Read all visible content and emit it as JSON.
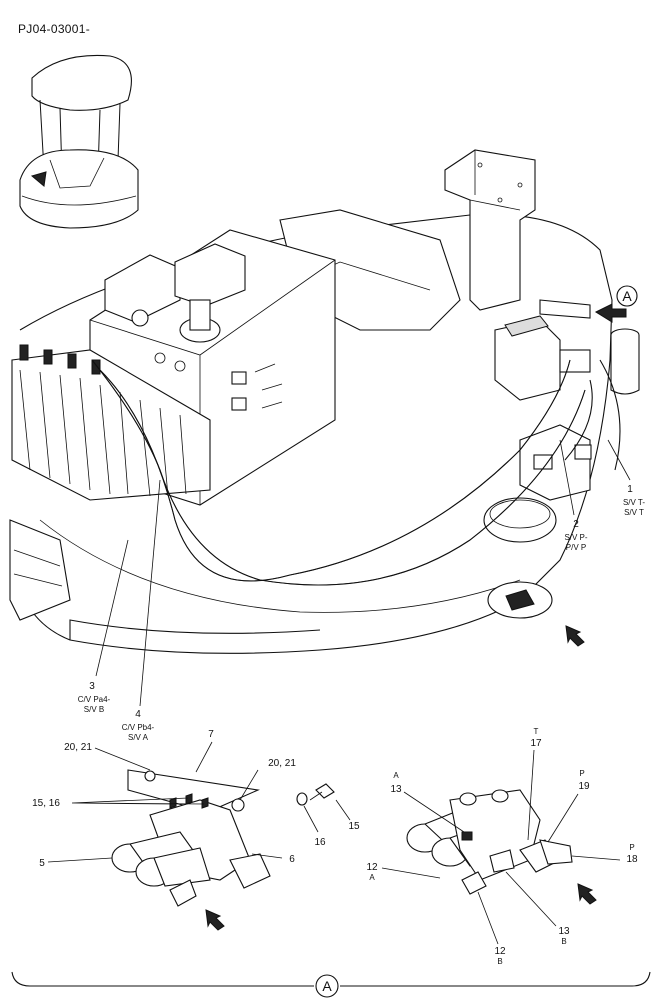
{
  "header": {
    "doc_code": "PJ04-03001-"
  },
  "callouts": {
    "c1": {
      "num": "1",
      "l1": "S/V T-",
      "l2": "S/V T"
    },
    "c2": {
      "num": "2",
      "l1": "S/V P-",
      "l2": "P/V P"
    },
    "c3": {
      "num": "3",
      "l1": "C/V Pa4-",
      "l2": "S/V B"
    },
    "c4": {
      "num": "4",
      "l1": "C/V Pb4-",
      "l2": "S/V A"
    }
  },
  "detail_left": {
    "n7": "7",
    "n20_21_a": "20, 21",
    "n20_21_b": "20, 21",
    "n15_16": "15, 16",
    "n15": "15",
    "n16": "16",
    "n5": "5",
    "n6": "6"
  },
  "detail_right": {
    "n17": "17",
    "t17": "T",
    "n13a": "13",
    "t13a": "A",
    "n19": "19",
    "t19": "P",
    "n18": "18",
    "t18": "P",
    "n12a": "12",
    "t12a": "A",
    "n13b": "13",
    "t13b": "B",
    "n12b": "12",
    "t12b": "B"
  },
  "view_marker": {
    "label": "A"
  },
  "view_arrow": {
    "label": "A"
  }
}
